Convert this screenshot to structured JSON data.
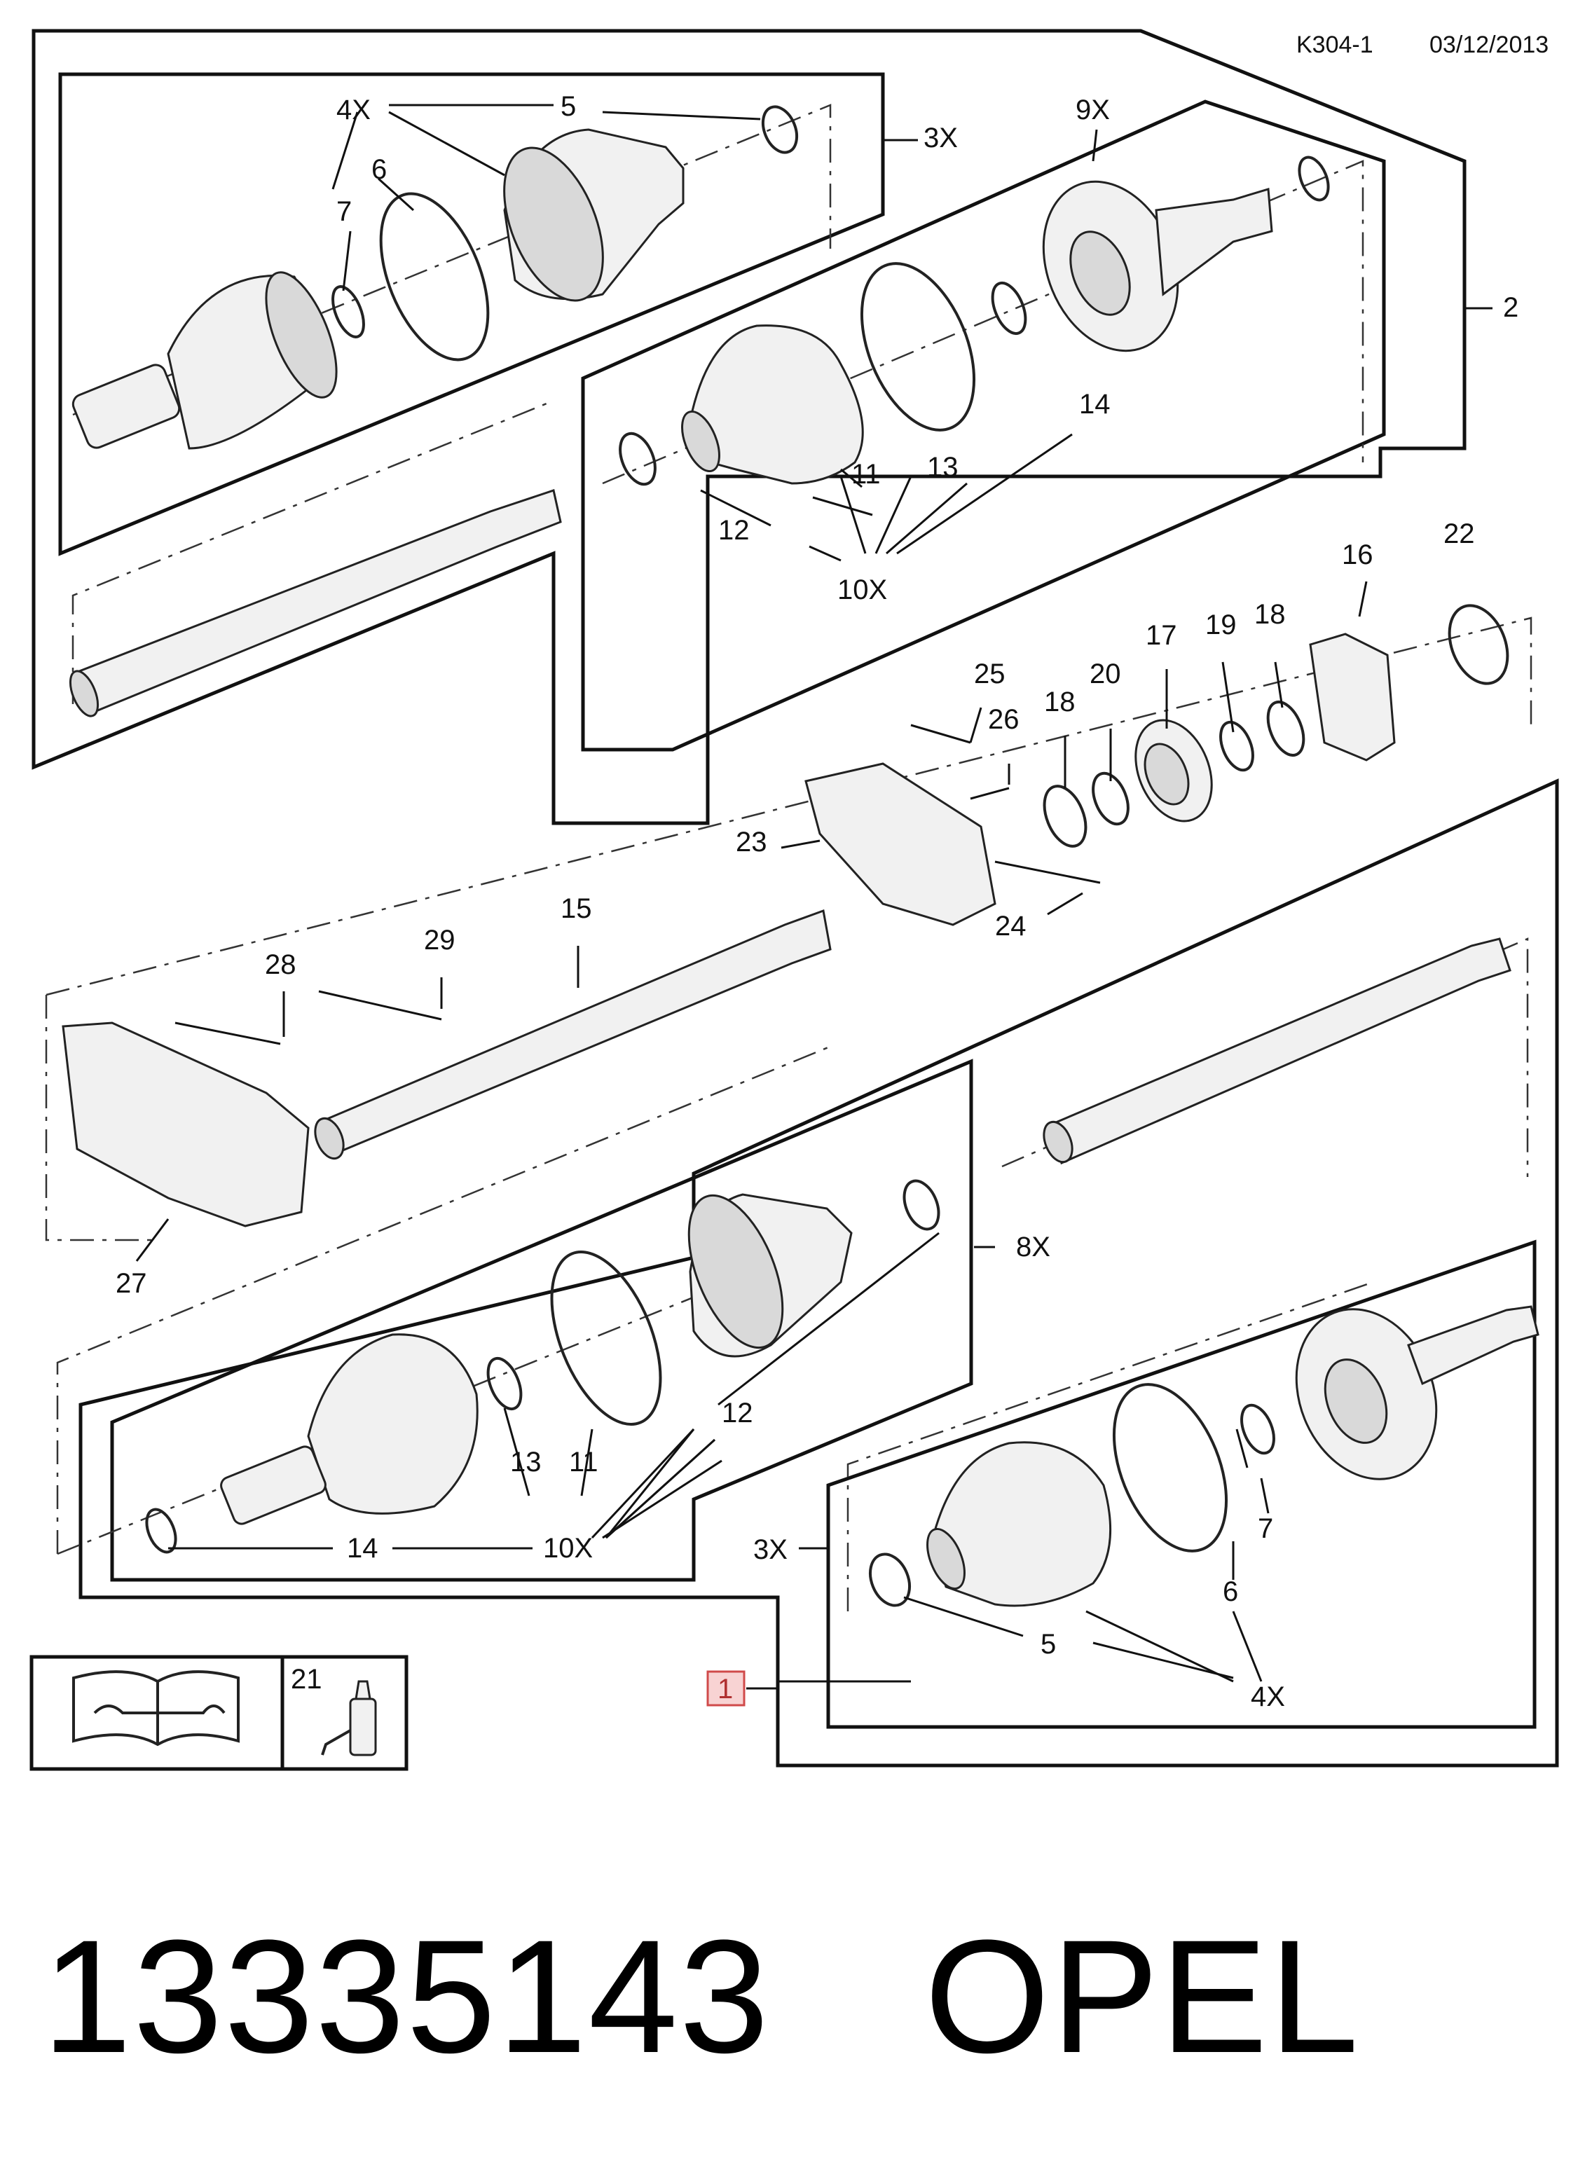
{
  "header": {
    "code": "K304-1",
    "date": "03/12/2013"
  },
  "callouts": {
    "top_left": {
      "qty": "4X",
      "boot_clamp": "5",
      "boot_clamp_large": "6",
      "circlip": "7",
      "kit": "3X"
    },
    "top_right": {
      "kit": "9X",
      "assembly": "2",
      "boot": "11",
      "circlip": "13",
      "clamp": "12",
      "joint": "14",
      "kit_qty": "10X"
    },
    "middle": {
      "p16": "16",
      "p22": "22",
      "p25": "25",
      "p26": "26",
      "p18a": "18",
      "p20": "20",
      "p17": "17",
      "p19": "19",
      "p18b": "18",
      "p23": "23",
      "p24": "24",
      "p15": "15",
      "p28": "28",
      "p29": "29",
      "p27": "27"
    },
    "bottom_left": {
      "kit": "8X",
      "clamp": "12",
      "circlip": "13",
      "boot": "11",
      "kit_qty": "10X",
      "joint": "14"
    },
    "bottom_right": {
      "kit": "3X",
      "circlip": "7",
      "boot_clamp_large": "6",
      "boot_clamp": "5",
      "qty": "4X"
    },
    "assembly_main": "1",
    "grease": "21"
  },
  "footer": {
    "part_number": "13335143",
    "brand": "OPEL"
  },
  "colors": {
    "line": "#111111",
    "highlight_fill": "#f8d3d3",
    "highlight_stroke": "#d04a4a"
  },
  "icons": [
    "manual-icon",
    "grease-tube-icon"
  ]
}
